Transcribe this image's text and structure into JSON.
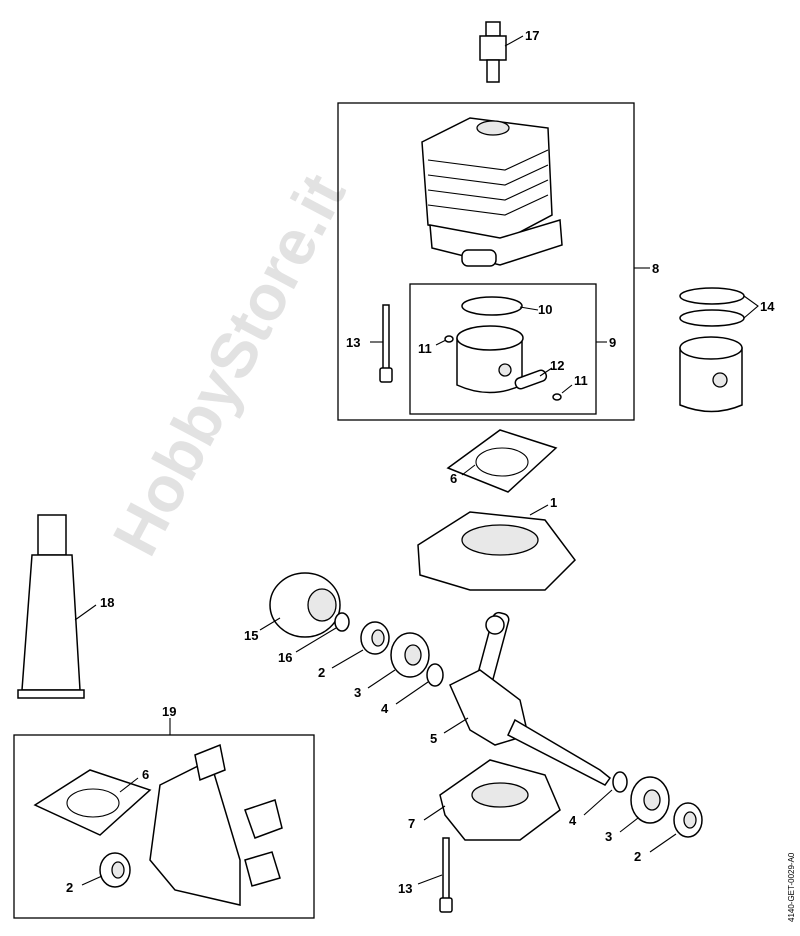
{
  "diagram_code": "4140-GET-0029-A0",
  "watermark": "HobbyStore.it",
  "labels": {
    "spark_plug": "17",
    "cylinder_box": "8",
    "piston_box": "9",
    "piston_ring": "10",
    "circlip_left": "11",
    "piston_pin": "12",
    "circlip_right": "11",
    "cylinder_screw": "13",
    "piston_rings_set": "14",
    "gasket_top": "6",
    "crankcase_top": "1",
    "fan_hub": "15",
    "washer": "16",
    "oil_seal_left": "2",
    "bearing_left": "3",
    "ring_left": "4",
    "crankshaft": "5",
    "grease_tube": "18",
    "gasket_set": "19",
    "gasket_set_gasket": "6",
    "gasket_set_seal": "2",
    "crankcase_bottom": "7",
    "ring_right": "4",
    "bearing_right": "3",
    "oil_seal_right": "2",
    "crankcase_screw": "13"
  }
}
